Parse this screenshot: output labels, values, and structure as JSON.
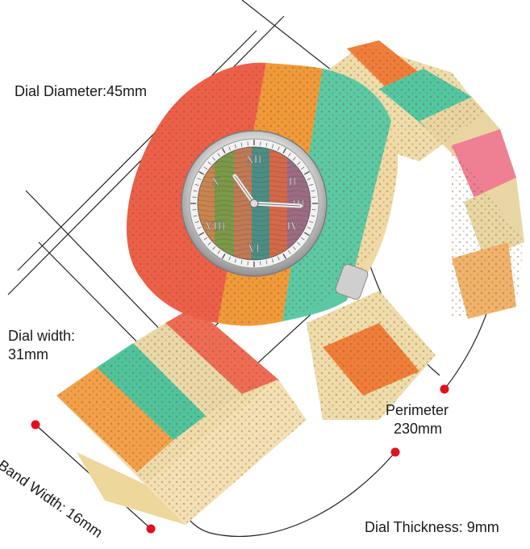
{
  "labels": {
    "dial_diameter": "Dial Diameter:45mm",
    "dial_width_line1": "Dial width:",
    "dial_width_line2": "31mm",
    "perimeter_line1": "Perimeter",
    "perimeter_line2": "230mm",
    "dial_thickness": "Dial Thickness: 9mm",
    "band_width": "Band Width: 16mm"
  },
  "dial_numerals": [
    "XII",
    "II",
    "III",
    "IV",
    "VI",
    "VIII",
    "X"
  ],
  "colors": {
    "marker_dot": "#e0101e",
    "annotation_line": "#222222",
    "bamboo_natural": "#efdcab",
    "bamboo_red": "#e8553f",
    "bamboo_orange": "#f08a2c",
    "bamboo_teal": "#3fbf9a",
    "bamboo_green": "#8fd08a",
    "bamboo_pink": "#ef6f8a",
    "bezel_silver": "#c9c9c9"
  }
}
